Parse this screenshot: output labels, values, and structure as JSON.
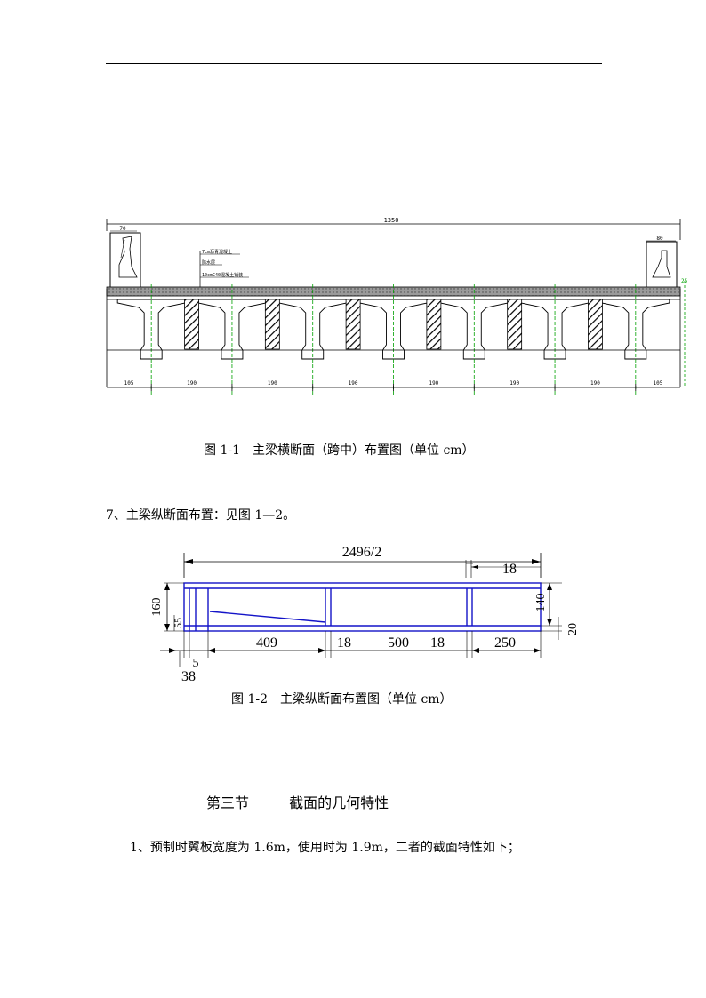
{
  "figure1": {
    "overall_width": "1350",
    "left_rail_width": "70",
    "right_rail_width": "80",
    "right_edge_dim": "25",
    "layer_labels": [
      "7cm沥青混凝土",
      "防水层",
      "10cmC40混凝土铺装"
    ],
    "bottom_dims": [
      "105",
      "190",
      "190",
      "190",
      "190",
      "190",
      "190",
      "105"
    ],
    "caption": "图 1-1　主梁横断面（跨中）布置图（单位 cm）"
  },
  "paragraph1": "7、主梁纵断面布置：见图 1—2。",
  "figure2": {
    "top_dim": "2496/2",
    "right_top_dim": "18",
    "height_dim": "160",
    "inner_height_dim": "140",
    "bottom_slab_dim": "20",
    "left_small_dim": "55",
    "bottom_dims": [
      "409",
      "18",
      "500",
      "18",
      "250"
    ],
    "dim_38": "38",
    "dim_5": "5",
    "caption": "图 1-2　主梁纵断面布置图（单位 cm）"
  },
  "section": {
    "number": "第三节",
    "title": "截面的几何特性"
  },
  "paragraph2": "1、预制时翼板宽度为 1.6m，使用时为 1.9m，二者的截面特性如下；"
}
